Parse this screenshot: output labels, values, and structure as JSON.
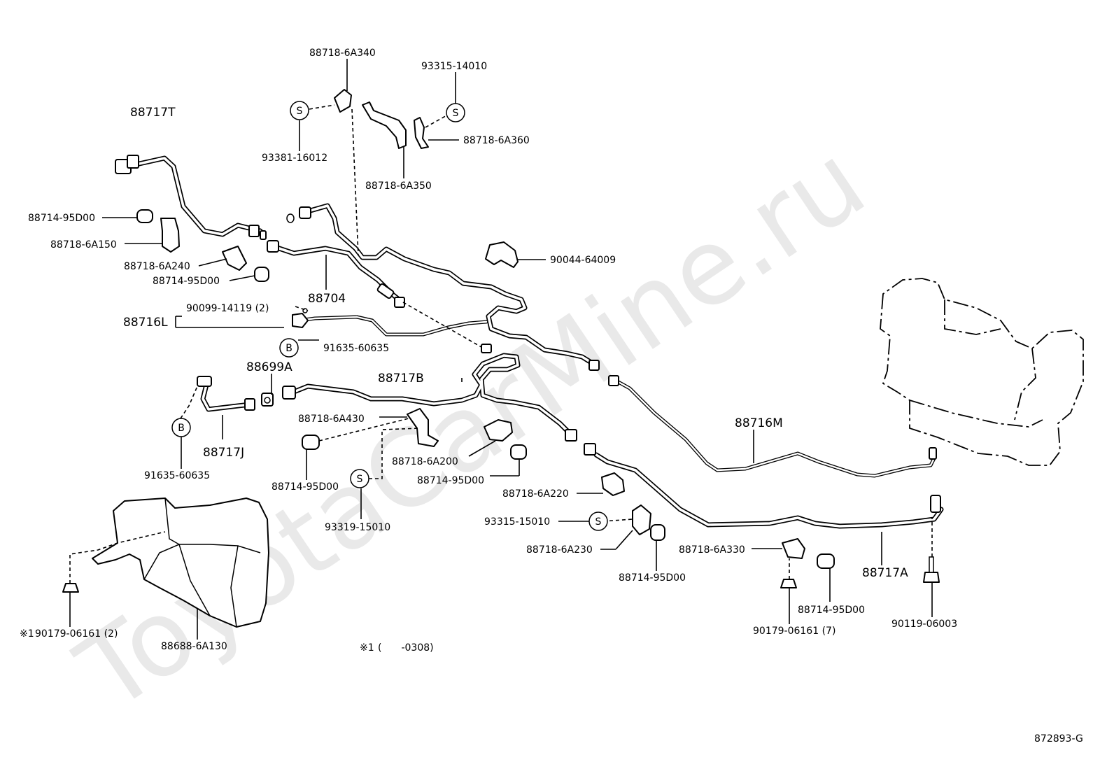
{
  "watermark": "ToyotaCarMine.ru",
  "diagram_code": "872893-G",
  "footnote": {
    "mark": "※1",
    "range": "(　　-0308)"
  },
  "symbols": {
    "screw": "S",
    "bolt": "B"
  },
  "labels": {
    "p88718_6A340": "88718-6A340",
    "p93315_14010_top": "93315-14010",
    "p88717T": "88717T",
    "p93381_16012": "93381-16012",
    "p88718_6A360": "88718-6A360",
    "p88718_6A350": "88718-6A350",
    "p88714_95D00_a": "88714-95D00",
    "p88718_6A150": "88718-6A150",
    "p88718_6A240": "88718-6A240",
    "p88714_95D00_b": "88714-95D00",
    "p90044_64009": "90044-64009",
    "p88704": "88704",
    "p90099_14119": "90099-14119 (2)",
    "p88716L": "88716L",
    "p91635_60635_a": "91635-60635",
    "p88699A": "88699A",
    "p88717B": "88717B",
    "p88718_6A430": "88718-6A430",
    "p88716M": "88716M",
    "p88718_6A200": "88718-6A200",
    "p88714_95D00_c": "88714-95D00",
    "p88717J": "88717J",
    "p91635_60635_b": "91635-60635",
    "p88714_95D00_d": "88714-95D00",
    "p93319_15010": "93319-15010",
    "p88718_6A220": "88718-6A220",
    "p93315_15010": "93315-15010",
    "p88718_6A230": "88718-6A230",
    "p88718_6A330": "88718-6A330",
    "p88714_95D00_e": "88714-95D00",
    "p88717A": "88717A",
    "p88714_95D00_f": "88714-95D00",
    "p88688_6A130": "88688-6A130",
    "p90179_06161_2": "90179-06161 (2)",
    "p90179_06161_7": "90179-06161 (7)",
    "p90119_06003": "90119-06003"
  }
}
